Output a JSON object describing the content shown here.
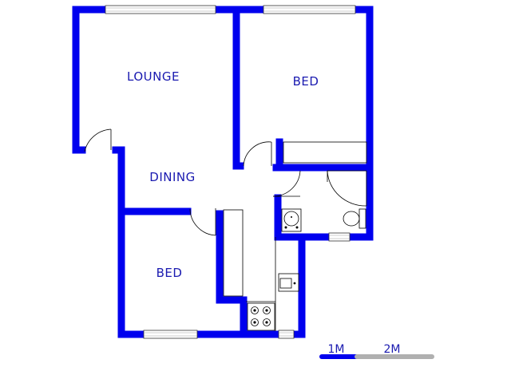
{
  "rooms": {
    "lounge": "LOUNGE",
    "bed_upper": "BED",
    "dining": "DINING",
    "bed_lower": "BED"
  },
  "scale_bar": {
    "label_1": "1M",
    "label_2": "2M"
  },
  "colors": {
    "wall": "#0000ee",
    "label": "#1a1ab0",
    "scale_gray": "#b0b0b0"
  }
}
